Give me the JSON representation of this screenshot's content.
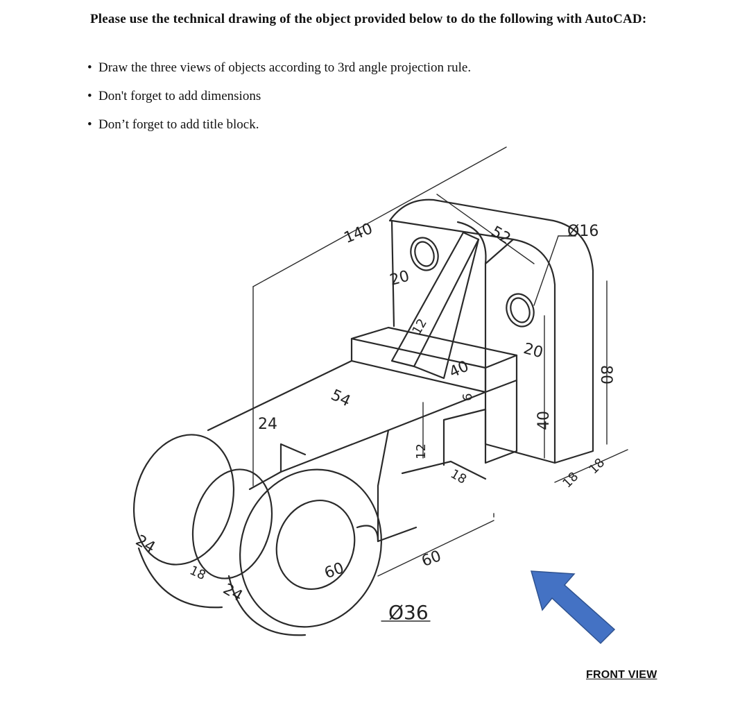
{
  "instructions": {
    "heading": "Please use the technical drawing of the object provided below to do the following with AutoCAD:",
    "bullets": [
      "Draw the three views of objects according to 3rd angle projection rule.",
      "Don't forget to add dimensions",
      "Don’t forget to add title block."
    ]
  },
  "drawing": {
    "dimensions": {
      "d140": "140",
      "d20_top": "20",
      "d52": "52",
      "d16_dia": "Ø16",
      "d12_rib": "12",
      "d20_right": "20",
      "d40_top": "40",
      "d6": "6",
      "d24_mid": "24",
      "d54": "54",
      "d12_side": "12",
      "d18_mid": "18",
      "d40_side": "40",
      "d80": "80",
      "d18_a": "18",
      "d18_b": "18",
      "d24_left": "24",
      "d18_left": "18",
      "d24_bottom": "24",
      "d60_bore": "60",
      "d60": "60",
      "d36_dia": "Ø36"
    },
    "arrow_color": "#4472C4",
    "arrow_outline": "#2F528F"
  },
  "labels": {
    "front_view": "FRONT VIEW"
  }
}
